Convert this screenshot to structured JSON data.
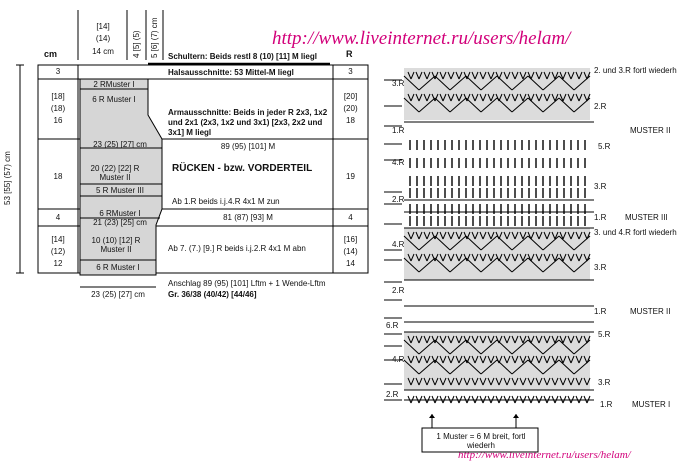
{
  "watermark_top": "http://www.liveinternet.ru/users/helam/",
  "watermark_bottom": "http://www.liveinternet.ru/users/helam/",
  "schematic": {
    "head_cm": "cm",
    "head_r": "R",
    "top_widths": [
      "[14]",
      "(14)",
      "14 cm"
    ],
    "col_4": "4 [5] (5)",
    "col_5": "5 [6] (7) cm",
    "left_total": "53 [55] (57) cm",
    "rows_cm": [
      {
        "cm": "3"
      },
      {
        "cm": "[18]\n(18)\n16"
      },
      {
        "cm": "18"
      },
      {
        "cm": "4"
      },
      {
        "cm": "[14]\n(12)\n12"
      }
    ],
    "rows_r": [
      {
        "r": "3"
      },
      {
        "r": "[20]\n(20)\n18"
      },
      {
        "r": "19"
      },
      {
        "r": "4"
      },
      {
        "r": "[16]\n(14)\n14"
      }
    ],
    "shoulders": "Schultern: Beids restl 8 (10) [11] M liegl",
    "neck": "Halsausschnitte: 53 Mittel-M liegl",
    "armhole": "Armausschnitte: Beids in jeder R 2x3, 1x2 und 2x1 (2x3, 1x2 und 3x1) [2x3, 2x2 und 3x1] M liegl",
    "m89": "89 (95) [101] M",
    "title": "RÜCKEN - bzw. VORDERTEIL",
    "ab1": "Ab 1.R beids i.j.4.R 4x1 M zun",
    "m81": "81 (87) [93] M",
    "ab7": "Ab 7. (7.) [9.] R beids i.j.2.R 4x1 M abn",
    "cast_on": "Anschlag 89 (95) [101] Lftm + 1 Wende-Lftm",
    "sizes": "Gr. 36/38 (40/42) [44/46]",
    "bottom_width": "23 (25) [27] cm",
    "strip": [
      "2 RMuster I",
      "6 R Muster I",
      "23 (25) [27] cm",
      "20 (22) [22] R Muster II",
      "5 R Muster III",
      "6 RMuster I",
      "21 (23) [25] cm",
      "10 (10) [12] R Muster II",
      "6 R Muster I"
    ]
  },
  "chart": {
    "labels": {
      "r3_top": "3.R",
      "r2_a": "2.R",
      "r1_a": "1.R",
      "muster2_a": "MUSTER II",
      "repeat_2_3": "2. und 3.R fortl wiederh",
      "r5": "5.R",
      "r4_a": "4.R",
      "r3_b": "3.R",
      "r2_b": "2.R",
      "r1_b": "1.R",
      "muster3": "MUSTER III",
      "repeat_3_4": "3. und 4.R fortl wiederh",
      "r4_c": "4.R",
      "r3_c": "3.R",
      "r2_c": "2.R",
      "r1_c": "1.R",
      "muster2_b": "MUSTER II",
      "r6": "6.R",
      "r5_b": "5.R",
      "r4_d": "4.R",
      "r3_d": "3.R",
      "r2_d": "2.R",
      "r1_d": "1.R",
      "muster1": "MUSTER I"
    },
    "repeat_note": "1 Muster = 6 M breit, fortl wiederh"
  }
}
